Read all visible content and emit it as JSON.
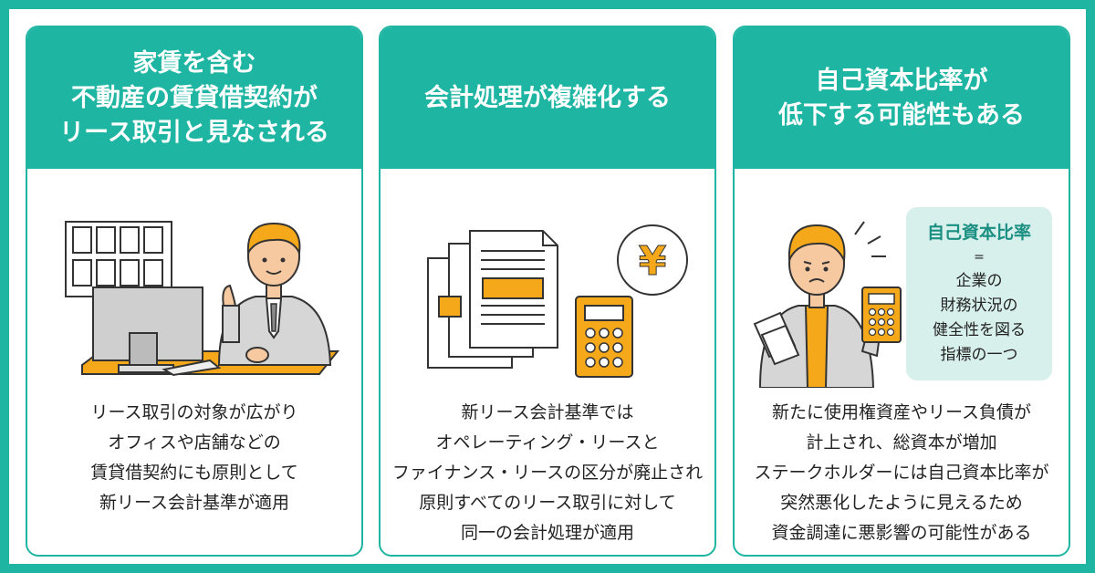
{
  "cards": [
    {
      "title_lines": [
        "家賃を含む",
        "不動産の賃貸借契約が",
        "リース取引と見なされる"
      ],
      "body_lines": [
        "リース取引の対象が広がり",
        "オフィスや店舗などの",
        "賃貸借契約にも原則として",
        "新リース会計基準が適用"
      ]
    },
    {
      "title_lines": [
        "会計処理が複雑化する"
      ],
      "body_lines": [
        "新リース会計基準では",
        "オペレーティング・リースと",
        "ファイナンス・リースの区分が廃止され",
        "原則すべてのリース取引に対して",
        "同一の会計処理が適用"
      ],
      "yen_symbol": "¥"
    },
    {
      "title_lines": [
        "自己資本比率が",
        "低下する可能性もある"
      ],
      "body_lines": [
        "新たに使用権資産やリース負債が",
        "計上され、総資本が増加",
        "ステークホルダーには自己資本比率が",
        "突然悪化したように見えるため",
        "資金調達に悪影響の可能性がある"
      ],
      "callout": {
        "title": "自己資本比率",
        "equals": "=",
        "lines": [
          "企業の",
          "財務状況の",
          "健全性を図る",
          "指標の一つ"
        ]
      }
    }
  ],
  "colors": {
    "teal": "#1fb5a3",
    "orange": "#f5a91a",
    "light_teal": "#d8f0ec",
    "text": "#222222"
  }
}
